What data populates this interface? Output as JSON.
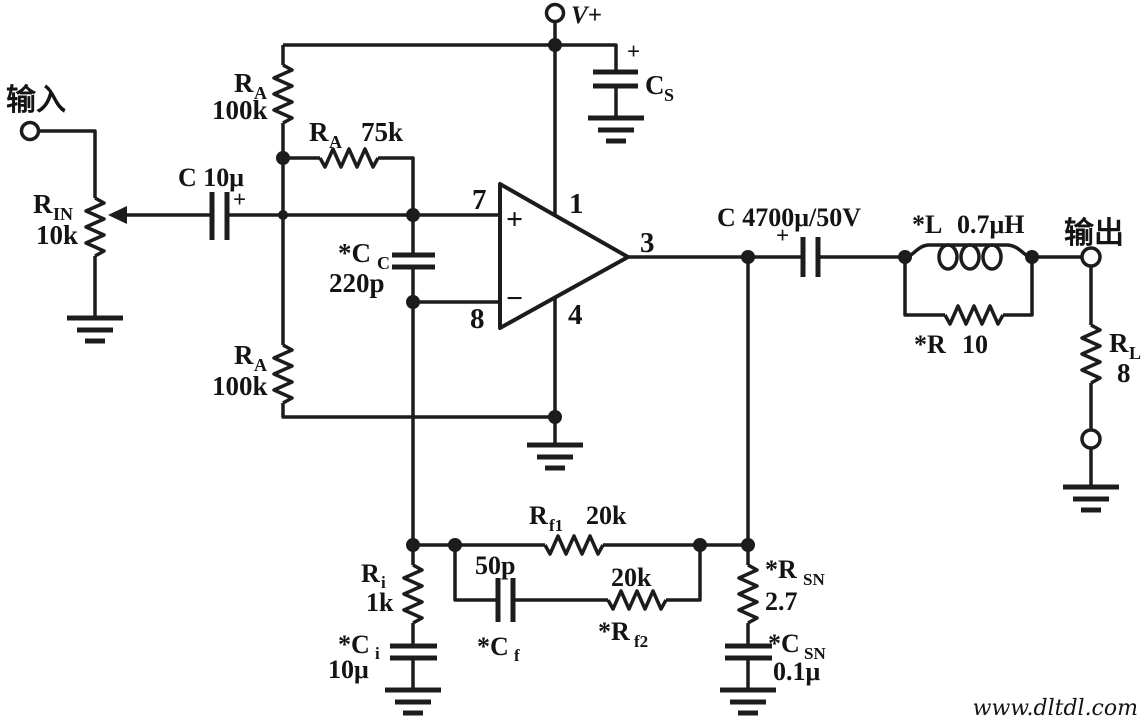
{
  "colors": {
    "ink": "#1c1c1c",
    "background": "#ffffff",
    "watermark": "#28286e"
  },
  "terminals": {
    "input_label": "输入",
    "output_label": "输出",
    "supply_label": "V+"
  },
  "opamp": {
    "pin_noninv": "7",
    "pin_inv": "8",
    "pin_supply": "1",
    "pin_ground": "4",
    "pin_output": "3",
    "noninv_sign": "+",
    "inv_sign": "−"
  },
  "components": {
    "r_in": {
      "sym": "R",
      "sub": "IN",
      "value": "10k"
    },
    "c_in": {
      "label": "C 10μ",
      "polarity": "+"
    },
    "ra_top": {
      "sym": "R",
      "sub": "A",
      "value": "100k"
    },
    "ra_mid": {
      "sym": "R",
      "sub": "A",
      "value": "75k"
    },
    "ra_bot": {
      "sym": "R",
      "sub": "A",
      "value": "100k"
    },
    "c_c": {
      "sym": "*C",
      "sub": "C",
      "value": "220p"
    },
    "c_s": {
      "sym": "C",
      "sub": "S",
      "polarity": "+"
    },
    "c_out": {
      "label": "C 4700μ/50V",
      "polarity": "+"
    },
    "l_out": {
      "sym": "*L",
      "value": "0.7μH"
    },
    "r_damp": {
      "sym": "*R",
      "value": "10"
    },
    "r_load": {
      "sym": "R",
      "sub": "L",
      "value": "8"
    },
    "r_f1": {
      "sym": "R",
      "sub": "f1",
      "value": "20k"
    },
    "c_f": {
      "sym": "*C",
      "sub": "f",
      "value": "50p"
    },
    "r_f2": {
      "sym": "*R",
      "sub": "f2",
      "value": "20k"
    },
    "r_i": {
      "sym": "R",
      "sub": "i",
      "value": "1k"
    },
    "c_i": {
      "sym": "*C",
      "sub": "i",
      "value": "10μ"
    },
    "r_sn": {
      "sym": "*R",
      "sub": "SN",
      "value": "2.7"
    },
    "c_sn": {
      "sym": "*C",
      "sub": "SN",
      "value": "0.1μ"
    }
  },
  "watermark": "www.dltdl.com"
}
